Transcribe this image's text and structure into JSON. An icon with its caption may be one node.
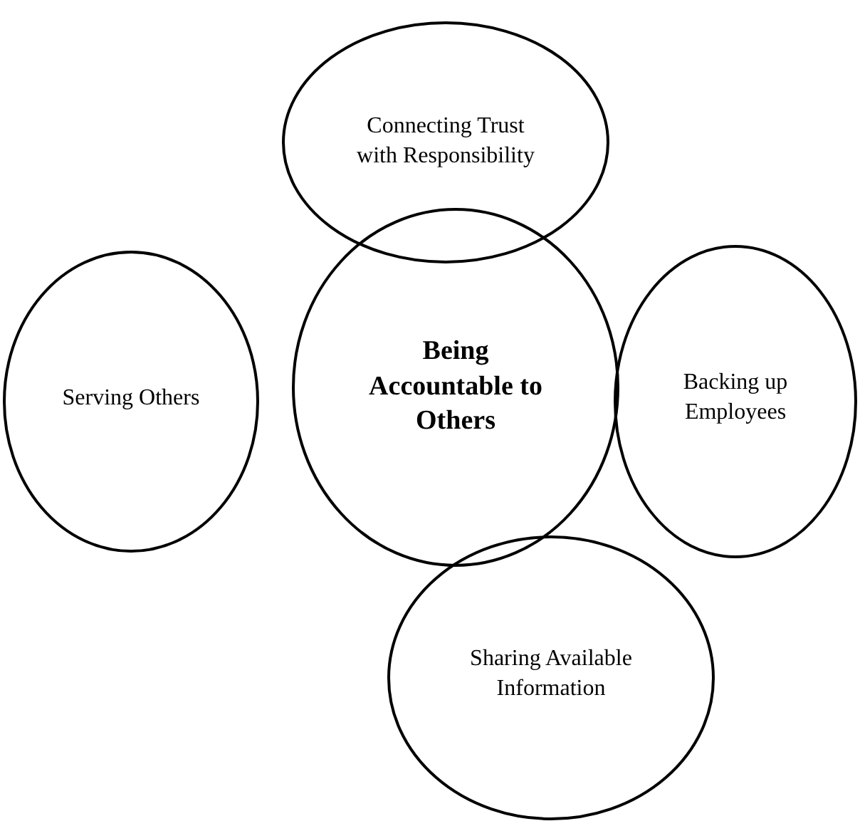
{
  "diagram": {
    "nodes": [
      {
        "text": [
          "Connecting Trust with Responsibility"
        ]
      },
      {
        "text": [
          "Serving Others"
        ]
      },
      {
        "text": [
          "Being Accountable to Others"
        ]
      },
      {
        "text": [
          "Backing up Employees"
        ]
      },
      {
        "text": [
          "Sharing Available Information"
        ]
      }
    ]
  }
}
